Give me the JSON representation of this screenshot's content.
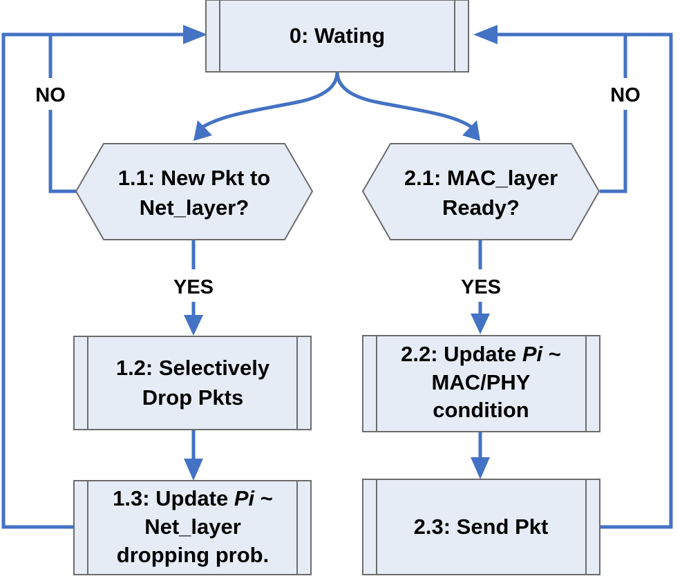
{
  "nodes": {
    "waiting": {
      "text": "0: Wating"
    },
    "new_pkt_decision": {
      "line1": "1.1: New Pkt to",
      "line2": "Net_layer?"
    },
    "mac_ready_decision": {
      "line1": "2.1: MAC_layer",
      "line2": "Ready?"
    },
    "selectively_drop": {
      "line1": "1.2: Selectively",
      "line2": "Drop Pkts"
    },
    "update_pi_mac": {
      "line1_prefix": "2.2: Update ",
      "line1_var": "Pi",
      "line1_suffix": " ~",
      "line2": "MAC/PHY",
      "line3": "condition"
    },
    "update_pi_net": {
      "line1_prefix": "1.3: Update ",
      "line1_var": "Pi",
      "line1_suffix": " ~",
      "line2": "Net_layer",
      "line3": "dropping prob."
    },
    "send_pkt": {
      "text": "2.3: Send Pkt"
    }
  },
  "edge_labels": {
    "left_no": "NO",
    "right_no": "NO",
    "left_yes": "YES",
    "right_yes": "YES"
  },
  "colors": {
    "arrow": "#4472c4",
    "shape_fill": "#e6ecf6",
    "shape_border": "#6b6b6b"
  }
}
